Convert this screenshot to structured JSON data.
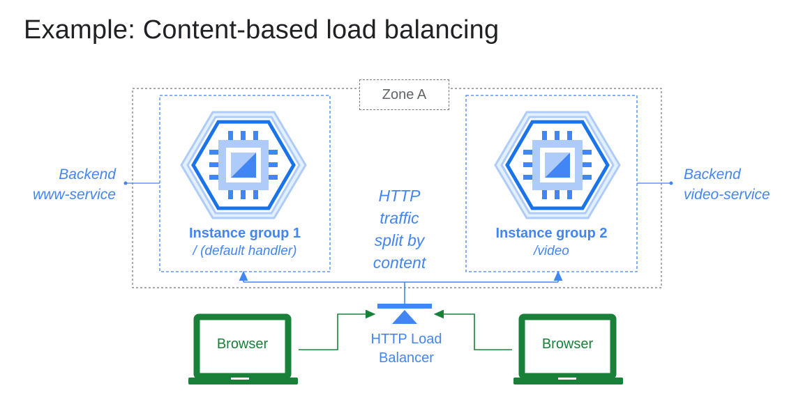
{
  "title": "Example: Content-based load balancing",
  "zone": {
    "label": "Zone A"
  },
  "backends": {
    "left": {
      "line1": "Backend",
      "line2": "www-service"
    },
    "right": {
      "line1": "Backend",
      "line2": "video-service"
    }
  },
  "instance_groups": [
    {
      "title": "Instance group 1",
      "subtitle": "/ (default handler)"
    },
    {
      "title": "Instance group 2",
      "subtitle": "/video"
    }
  ],
  "traffic_label": [
    "HTTP",
    "traffic",
    "split by",
    "content"
  ],
  "load_balancer": {
    "line1": "HTTP Load",
    "line2": "Balancer"
  },
  "browsers": [
    {
      "label": "Browser"
    },
    {
      "label": "Browser"
    }
  ],
  "colors": {
    "blue": "#4285f4",
    "green": "#188038",
    "dark_blue": "#1a73e8",
    "light_blue": "#aecbfa",
    "gray": "#757575"
  },
  "icons": [
    "compute-engine-icon",
    "compute-engine-icon",
    "load-balancer-icon",
    "laptop-icon",
    "laptop-icon"
  ]
}
